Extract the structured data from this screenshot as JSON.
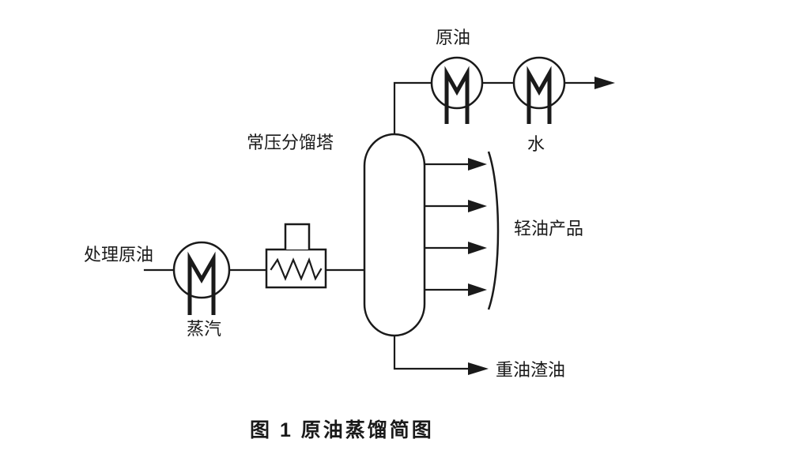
{
  "figure": {
    "caption": "图 1  原油蒸馏简图"
  },
  "labels": {
    "feed": "处理原油",
    "steam": "蒸汽",
    "column": "常压分馏塔",
    "crude_oil": "原油",
    "water": "水",
    "light_oil_products": "轻油产品",
    "heavy_residue": "重油渣油"
  },
  "colors": {
    "ink": "#1a1a1a",
    "background": "#ffffff"
  }
}
